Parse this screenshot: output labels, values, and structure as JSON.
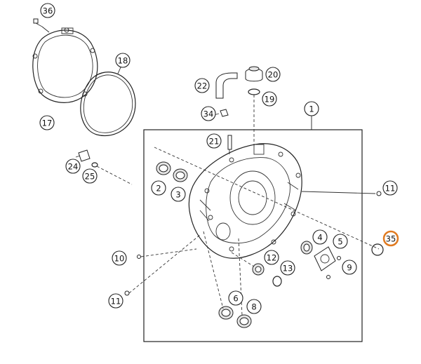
{
  "colors": {
    "line": "#222222",
    "highlight": "#e07a20",
    "background": "#ffffff"
  },
  "callouts": [
    {
      "id": "c36",
      "label": "36",
      "highlight": false
    },
    {
      "id": "c18",
      "label": "18",
      "highlight": false
    },
    {
      "id": "c17",
      "label": "17",
      "highlight": false
    },
    {
      "id": "c22",
      "label": "22",
      "highlight": false
    },
    {
      "id": "c20",
      "label": "20",
      "highlight": false
    },
    {
      "id": "c19",
      "label": "19",
      "highlight": false
    },
    {
      "id": "c1",
      "label": "1",
      "highlight": false
    },
    {
      "id": "c34",
      "label": "34",
      "highlight": false
    },
    {
      "id": "c21",
      "label": "21",
      "highlight": false
    },
    {
      "id": "c24",
      "label": "24",
      "highlight": false
    },
    {
      "id": "c25",
      "label": "25",
      "highlight": false
    },
    {
      "id": "c2",
      "label": "2",
      "highlight": false
    },
    {
      "id": "c3",
      "label": "3",
      "highlight": false
    },
    {
      "id": "c11a",
      "label": "11",
      "highlight": false
    },
    {
      "id": "c35",
      "label": "35",
      "highlight": true
    },
    {
      "id": "c4",
      "label": "4",
      "highlight": false
    },
    {
      "id": "c5",
      "label": "5",
      "highlight": false
    },
    {
      "id": "c9",
      "label": "9",
      "highlight": false
    },
    {
      "id": "c10",
      "label": "10",
      "highlight": false
    },
    {
      "id": "c12",
      "label": "12",
      "highlight": false
    },
    {
      "id": "c13",
      "label": "13",
      "highlight": false
    },
    {
      "id": "c11b",
      "label": "11",
      "highlight": false
    },
    {
      "id": "c6",
      "label": "6",
      "highlight": false
    },
    {
      "id": "c8",
      "label": "8",
      "highlight": false
    }
  ]
}
